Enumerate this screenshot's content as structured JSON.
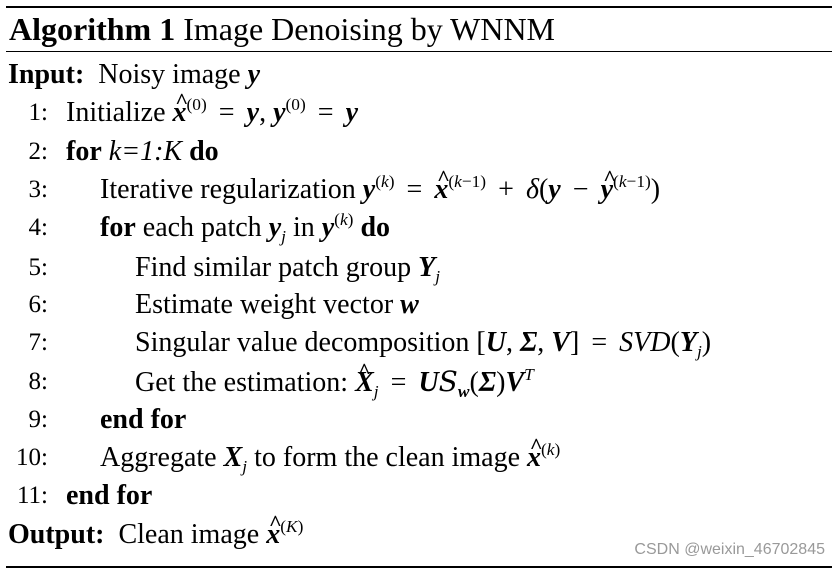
{
  "algorithm": {
    "label": "Algorithm 1",
    "title": "Image Denoising by WNNM"
  },
  "input": {
    "label": "Input:",
    "text": "Noisy image"
  },
  "output": {
    "label": "Output:",
    "text": "Clean image"
  },
  "steps": [
    {
      "num": "1:",
      "text": "Initialize"
    },
    {
      "num": "2:",
      "kw_for": "for",
      "range": "k=1:K",
      "kw_do": "do"
    },
    {
      "num": "3:",
      "text": "Iterative regularization"
    },
    {
      "num": "4:",
      "kw_for": "for",
      "text_a": "each patch",
      "text_b": "in",
      "kw_do": "do"
    },
    {
      "num": "5:",
      "text": "Find similar patch group"
    },
    {
      "num": "6:",
      "text": "Estimate weight vector"
    },
    {
      "num": "7:",
      "text": "Singular value decomposition"
    },
    {
      "num": "8:",
      "text": "Get the estimation:"
    },
    {
      "num": "9:",
      "kw": "end for"
    },
    {
      "num": "10:",
      "text_a": "Aggregate",
      "text_b": "to form the clean image"
    },
    {
      "num": "11:",
      "kw": "end for"
    }
  ],
  "watermark": "CSDN @weixin_46702845"
}
